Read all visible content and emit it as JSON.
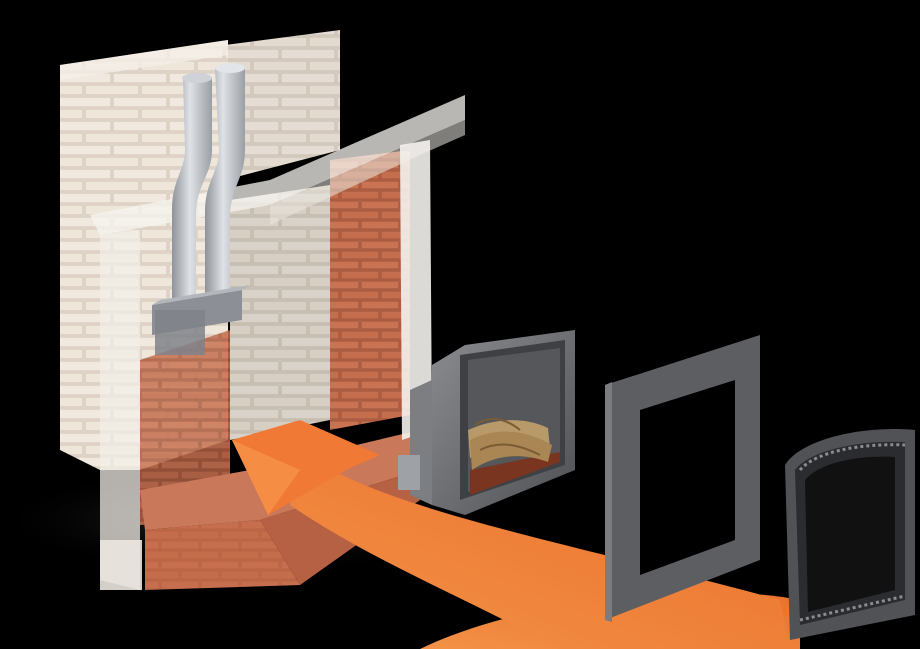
{
  "scene": {
    "subject": "fireplace-insert-installation-illustration",
    "colors": {
      "background": "#000000",
      "wall_brick": "#e8ddd0",
      "firebox_brick": "#c06a48",
      "hearth": "#c97a5a",
      "mantel": "#f3f3f1",
      "vent_pipe": "#b8bcc2",
      "insert_body": "#6e7074",
      "surround": "#5c5e62",
      "door_frame": "#4a4c50",
      "arrow": "#f07a35",
      "logs": "#b89a6a"
    },
    "components": [
      "masonry-fireplace",
      "vent-pipes",
      "insert-firebox",
      "surround-panel",
      "decorative-door",
      "install-arrow"
    ]
  }
}
